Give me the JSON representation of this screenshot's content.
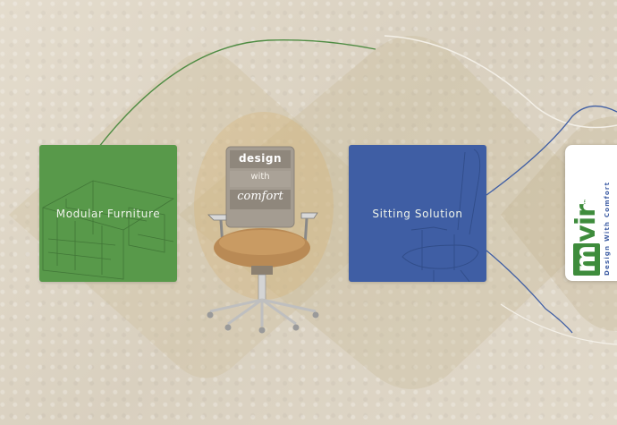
{
  "cards": {
    "modular": {
      "label": "Modular Furniture",
      "color": "#58994a"
    },
    "sitting": {
      "label": "Sitting Solution",
      "color": "#3f5ea4"
    }
  },
  "chair": {
    "line1": "design",
    "line2": "with",
    "line3": "comfort"
  },
  "logo": {
    "brand_part1": "m",
    "brand_part2": "vir",
    "trademark": "™",
    "tagline": "Design With Comfort",
    "green": "#3e8c3c",
    "blue": "#3f5ea4"
  }
}
